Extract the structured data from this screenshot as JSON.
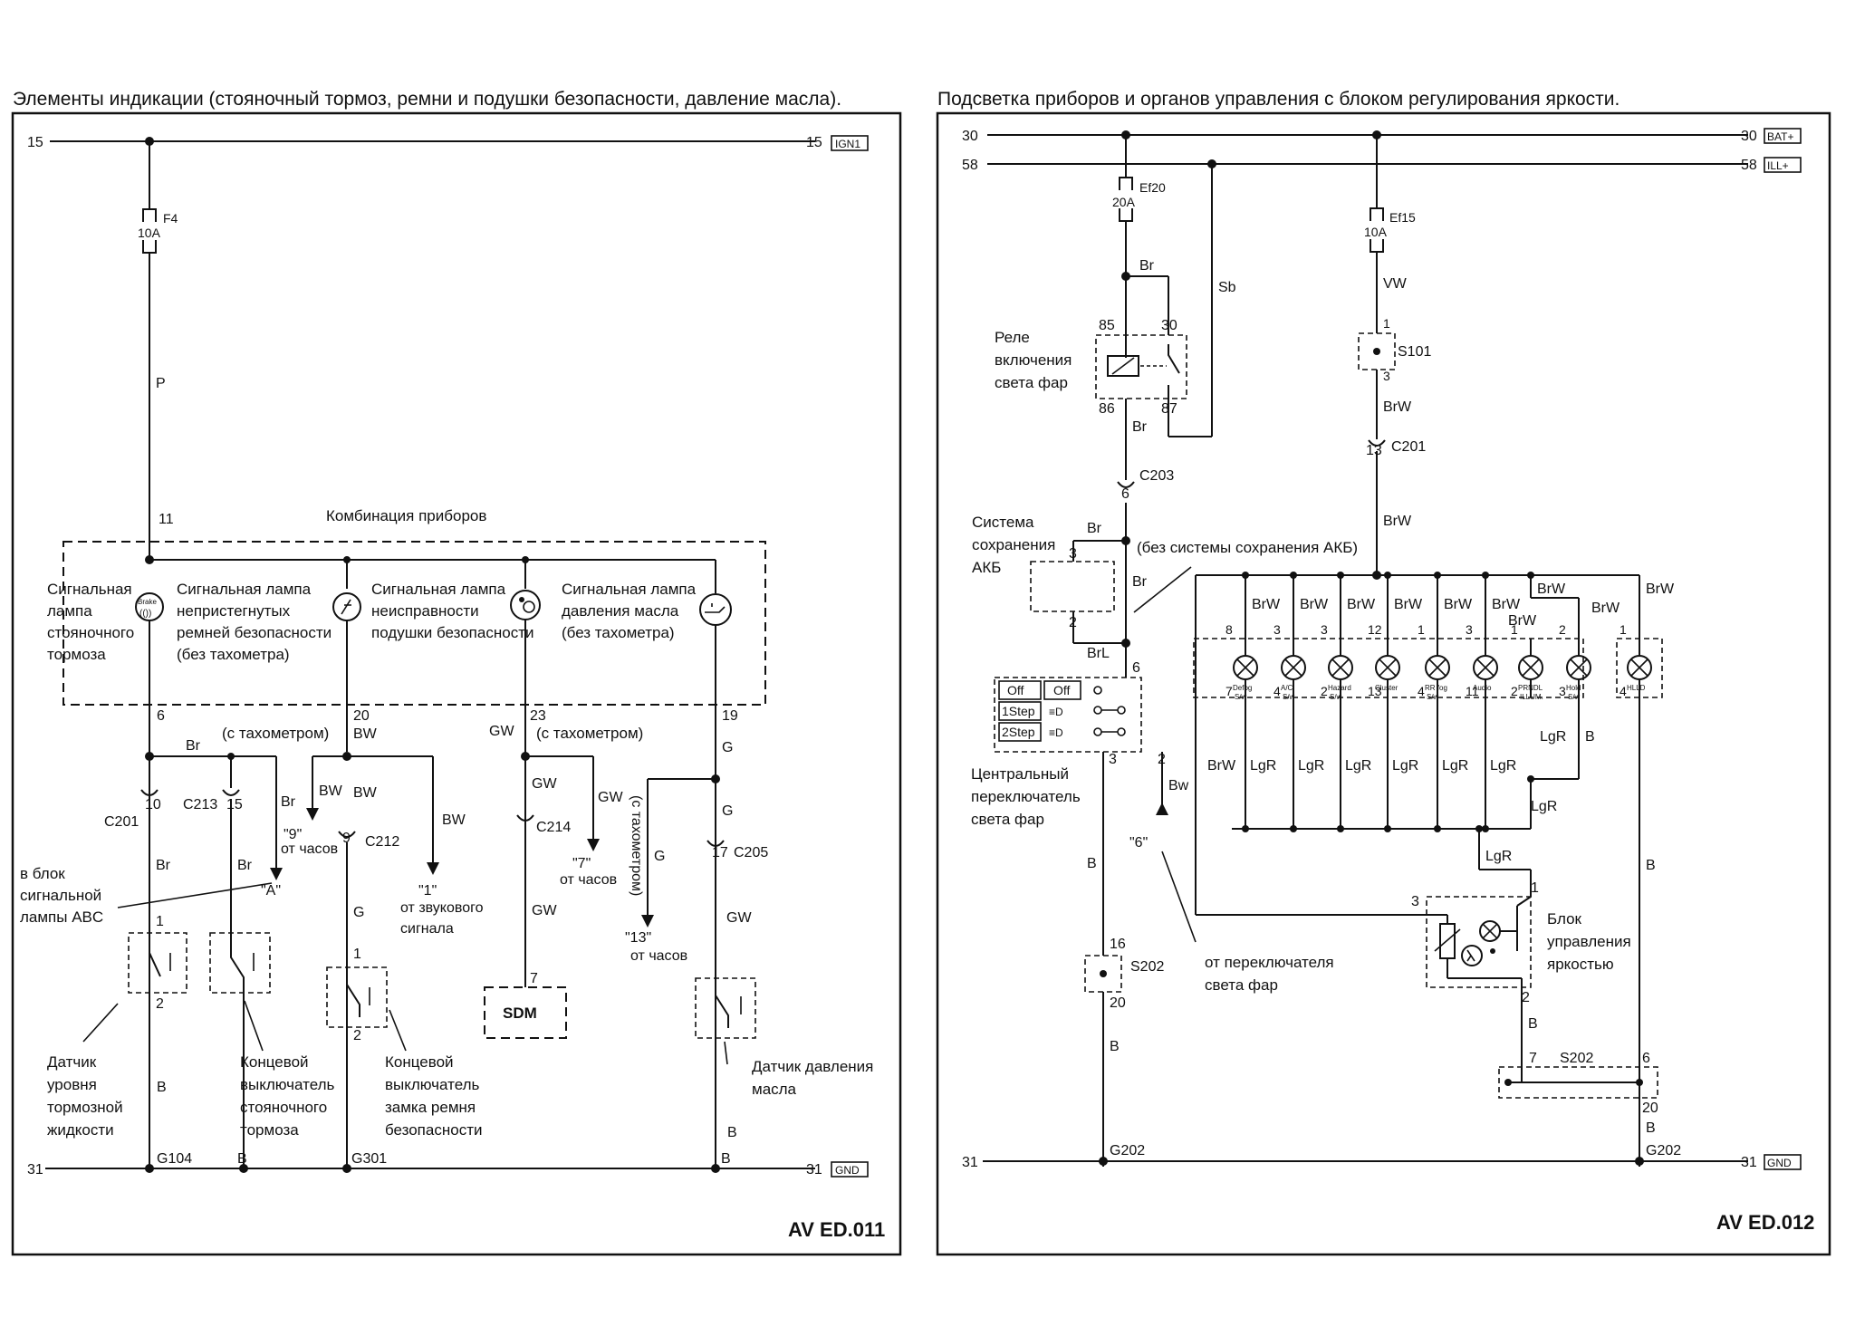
{
  "left": {
    "title": "Элементы индикации (стояночный тормоз, ремни и подушки безопасности, давление масла).",
    "code": "AV ED.011",
    "rail15": "15",
    "rail15r": "15",
    "rail15tag": "IGN1",
    "rail31": "31",
    "rail31r": "31",
    "rail31tag": "GND",
    "fuse": {
      "name": "F4",
      "rating": "10A"
    },
    "wireP": "P",
    "pin11": "11",
    "cluster": "Комбинация приборов",
    "lamps": [
      {
        "l1": "Сигнальная",
        "l2": "лампа",
        "l3": "стояночного",
        "l4": "тормоза",
        "icon": "Brake"
      },
      {
        "l1": "Сигнальная лампа",
        "l2": "непристегнутых",
        "l3": "ремней безопасности",
        "l4": "(без тахометра)"
      },
      {
        "l1": "Сигнальная лампа",
        "l2": "неисправности",
        "l3": "подушки безопасности"
      },
      {
        "l1": "Сигнальная лампа",
        "l2": "давления масла",
        "l3": "(без тахометра)"
      }
    ],
    "pins": {
      "p6": "6",
      "p20": "20",
      "p23": "23",
      "p19": "19",
      "p10": "10",
      "p15": "15",
      "p9": "9",
      "p17": "17",
      "p7": "7",
      "p1a": "1",
      "p2a": "2",
      "p1b": "1",
      "p2b": "2"
    },
    "wires": {
      "br": "Br",
      "bw": "BW",
      "gw": "GW",
      "g": "G",
      "b": "B"
    },
    "withTacho": "(с тахометром)",
    "withTachoV": "(с тахометром)",
    "conn": {
      "c201": "C201",
      "c213": "C213",
      "c212": "C212",
      "c214": "C214",
      "c205": "C205"
    },
    "arrows": {
      "a": "\"A\"",
      "n9": "\"9\"",
      "n9t": "от часов",
      "n1": "\"1\"",
      "n1t1": "от звукового",
      "n1t2": "сигнала",
      "n7": "\"7\"",
      "n7t": "от часов",
      "n13": "\"13\"",
      "n13t": "от часов"
    },
    "abc": {
      "l1": "в блок",
      "l2": "сигнальной",
      "l3": "лампы ABC"
    },
    "sdm": "SDM",
    "grounds": {
      "g104": "G104",
      "g301": "G301"
    },
    "labels": {
      "brakeFluid": {
        "l1": "Датчик",
        "l2": "уровня",
        "l3": "тормозной",
        "l4": "жидкости"
      },
      "parkSw": {
        "l1": "Концевой",
        "l2": "выключатель",
        "l3": "стояночного",
        "l4": "тормоза"
      },
      "beltSw": {
        "l1": "Концевой",
        "l2": "выключатель",
        "l3": "замка ремня",
        "l4": "безопасности"
      },
      "oilSensor": {
        "l1": "Датчик давления",
        "l2": "масла"
      }
    }
  },
  "right": {
    "title": "Подсветка приборов и органов управления с блоком регулирования яркости.",
    "code": "AV ED.012",
    "rail30": "30",
    "rail30r": "30",
    "rail30tag": "BAT+",
    "rail58": "58",
    "rail58r": "58",
    "rail58tag": "ILL+",
    "rail31": "31",
    "rail31r": "31",
    "rail31tag": "GND",
    "fuse20": {
      "name": "Ef20",
      "rating": "20A"
    },
    "fuse15": {
      "name": "Ef15",
      "rating": "10A"
    },
    "relay": {
      "l1": "Реле",
      "l2": "включения",
      "l3": "света фар",
      "p85": "85",
      "p30": "30",
      "p86": "86",
      "p87": "87"
    },
    "wires": {
      "br": "Br",
      "sb": "Sb",
      "vw": "VW",
      "brw": "BrW",
      "brl": "BrL",
      "bw": "Bw",
      "b": "B",
      "lgr": "LgR"
    },
    "s101": {
      "name": "S101",
      "p1": "1",
      "p3": "3"
    },
    "c201": {
      "name": "C201",
      "pin": "13"
    },
    "c203": {
      "name": "C203",
      "pin": "6"
    },
    "akb": {
      "l1": "Система",
      "l2": "сохранения",
      "l3": "АКБ",
      "p3": "3",
      "p2": "2"
    },
    "noAkb": "(без системы сохранения АКБ)",
    "sw": {
      "l1": "Центральный",
      "l2": "переключатель",
      "l3": "света фар",
      "off1": "Off",
      "off2": "Off",
      "s1": "1Step",
      "s2": "2Step",
      "p6": "6",
      "p3": "3",
      "p2": "2"
    },
    "ref6": "\"6\"",
    "fromSw": {
      "l1": "от переключателя",
      "l2": "света фар"
    },
    "s202a": {
      "name": "S202",
      "p16": "16",
      "p20": "20"
    },
    "s202b": {
      "name": "S202",
      "p7": "7",
      "p6": "6",
      "p20": "20"
    },
    "g202a": "G202",
    "g202b": "G202",
    "bulbs": [
      {
        "top": "8",
        "bot": "7",
        "name": "Defog",
        "sub": "S/w"
      },
      {
        "top": "3",
        "bot": "4",
        "name": "A/C",
        "sub": "S/w"
      },
      {
        "top": "3",
        "bot": "2",
        "name": "Hazard",
        "sub": "S/w"
      },
      {
        "top": "12",
        "bot": "13",
        "name": "Cluster",
        "sub": ""
      },
      {
        "top": "1",
        "bot": "4",
        "name": "RR fog",
        "sub": "S/w"
      },
      {
        "top": "3",
        "bot": "11",
        "name": "Audio",
        "sub": ""
      },
      {
        "top": "1",
        "bot": "2",
        "name": "PRNDL",
        "sub": "ILLUM."
      },
      {
        "top": "2",
        "bot": "3",
        "name": "Hold",
        "sub": "S/w"
      },
      {
        "top": "1",
        "bot": "4",
        "name": "HLLD",
        "sub": ""
      }
    ],
    "dimmer": {
      "l1": "Блок",
      "l2": "управления",
      "l3": "яркостью",
      "p3": "3",
      "p1": "1",
      "p2": "2"
    }
  }
}
